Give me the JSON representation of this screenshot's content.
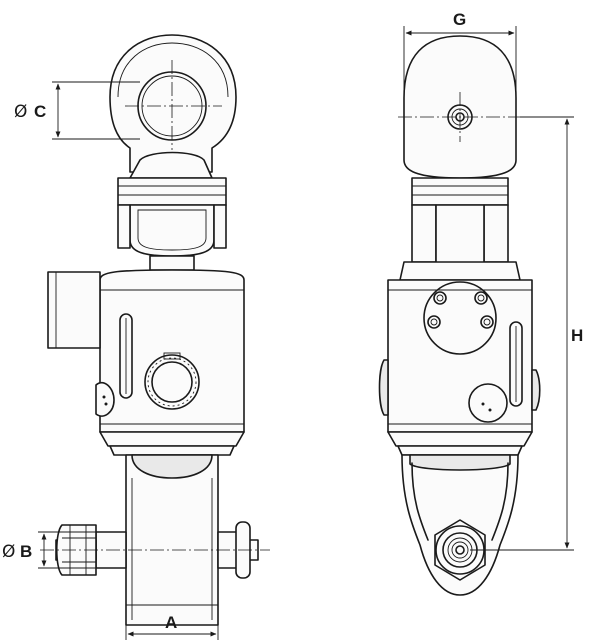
{
  "dimensions": {
    "A": "A",
    "B": "B",
    "C": "C",
    "G": "G",
    "H": "H"
  },
  "symbols": {
    "diameter": "Ø"
  }
}
